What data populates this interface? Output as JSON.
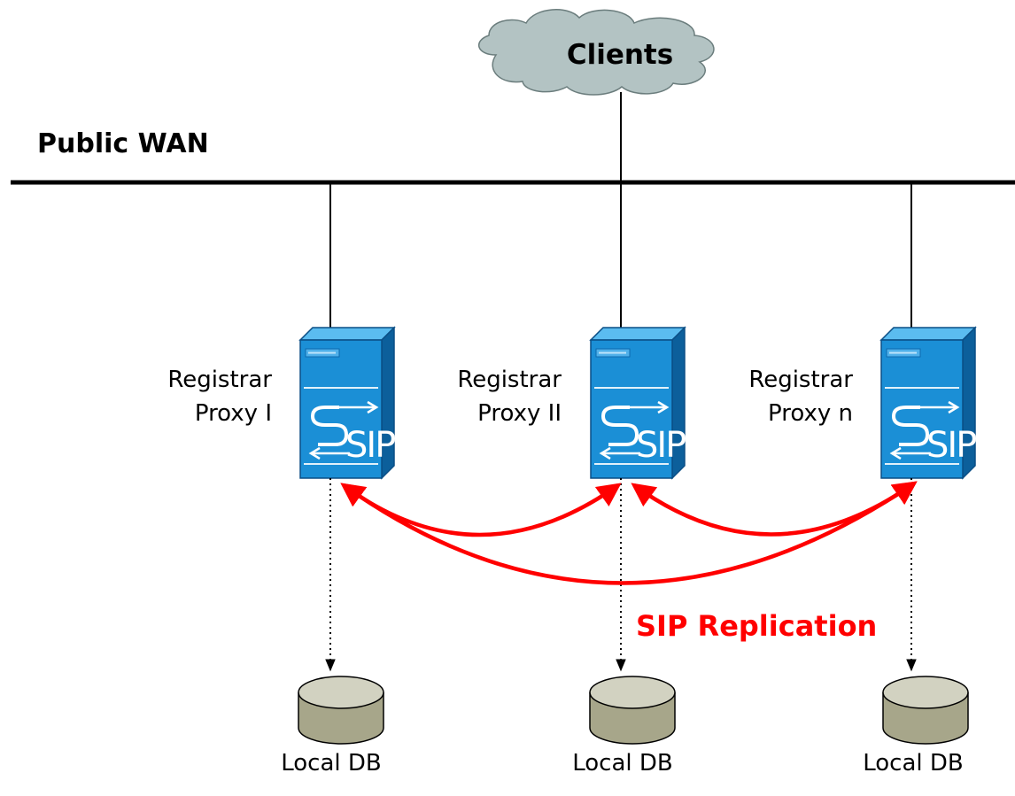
{
  "clients": {
    "label": "Clients"
  },
  "network": {
    "label": "Public WAN"
  },
  "servers": [
    {
      "line1": "Registrar",
      "line2": "Proxy I",
      "badge": "SIP"
    },
    {
      "line1": "Registrar",
      "line2": "Proxy II",
      "badge": "SIP"
    },
    {
      "line1": "Registrar",
      "line2": "Proxy n",
      "badge": "SIP"
    }
  ],
  "databases": [
    {
      "label": "Local DB"
    },
    {
      "label": "Local DB"
    },
    {
      "label": "Local DB"
    }
  ],
  "replication": {
    "label": "SIP Replication"
  },
  "colors": {
    "cloud": "#b3c3c3",
    "server_front": "#1b8fd6",
    "server_side": "#0c5f9b",
    "server_top": "#5bbcf0",
    "db": "#a7a68a",
    "replication": "#ff0000",
    "line": "#000000"
  },
  "icons": {
    "clients": "cloud-icon",
    "server": "sip-server-icon",
    "database": "database-icon"
  }
}
